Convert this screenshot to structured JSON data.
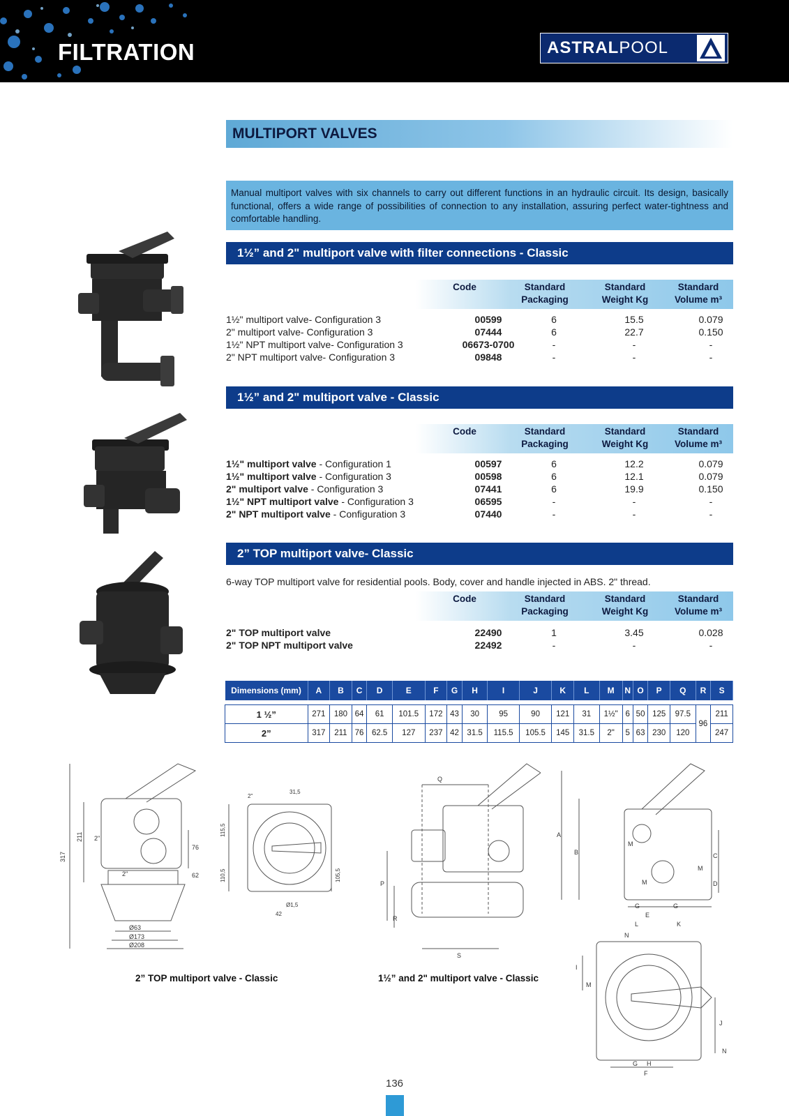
{
  "header": {
    "section_title": "FILTRATION",
    "logo_part1": "ASTRAL",
    "logo_part2": "POOL"
  },
  "page_heading": "MULTIPORT VALVES",
  "intro": "Manual multiport valves with six channels to carry out different functions in an hydraulic circuit. Its design, basically functional, offers a wide range of possibilities of connection to any installation, assuring perfect water-tightness and comfortable handling.",
  "columns": {
    "code": "Code",
    "packaging": "Standard Packaging",
    "weight": "Standard Weight Kg",
    "volume": "Standard Volume m³"
  },
  "section1": {
    "title": "1½” and 2\" multiport valve with filter connections - Classic",
    "rows": [
      {
        "name": "1½\" multiport valve- Configuration 3",
        "code": "00599",
        "pack": "6",
        "weight": "15.5",
        "volume": "0.079"
      },
      {
        "name": "2\" multiport valve- Configuration 3",
        "code": "07444",
        "pack": "6",
        "weight": "22.7",
        "volume": "0.150"
      },
      {
        "name": "1½\" NPT multiport valve- Configuration 3",
        "code": "06673-0700",
        "pack": "-",
        "weight": "-",
        "volume": "-"
      },
      {
        "name": "2\" NPT multiport valve- Configuration 3",
        "code": "09848",
        "pack": "-",
        "weight": "-",
        "volume": "-"
      }
    ]
  },
  "section2": {
    "title": "1½” and 2\" multiport valve - Classic",
    "rows": [
      {
        "bold": "1½\" multiport valve",
        "rest": " - Configuration 1",
        "code": "00597",
        "pack": "6",
        "weight": "12.2",
        "volume": "0.079"
      },
      {
        "bold": "1½\" multiport valve",
        "rest": " - Configuration 3",
        "code": "00598",
        "pack": "6",
        "weight": "12.1",
        "volume": "0.079"
      },
      {
        "bold": "2\" multiport valve",
        "rest": " - Configuration 3",
        "code": "07441",
        "pack": "6",
        "weight": "19.9",
        "volume": "0.150"
      },
      {
        "bold": "1½\" NPT multiport valve",
        "rest": " - Configuration 3",
        "code": "06595",
        "pack": "-",
        "weight": "-",
        "volume": "-"
      },
      {
        "bold": "2\" NPT multiport valve",
        "rest": " - Configuration 3",
        "code": "07440",
        "pack": "-",
        "weight": "-",
        "volume": "-"
      }
    ]
  },
  "section3": {
    "title": "2” TOP multiport valve- Classic",
    "description": "6-way TOP multiport valve for residential pools. Body, cover and handle injected in ABS. 2\" thread.",
    "rows": [
      {
        "name": "2\" TOP multiport valve",
        "code": "22490",
        "pack": "1",
        "weight": "3.45",
        "volume": "0.028"
      },
      {
        "name": "2\" TOP NPT multiport valve",
        "code": "22492",
        "pack": "-",
        "weight": "-",
        "volume": "-"
      }
    ]
  },
  "dimensions": {
    "header": "Dimensions (mm)",
    "letters": [
      "A",
      "B",
      "C",
      "D",
      "E",
      "F",
      "G",
      "H",
      "I",
      "J",
      "K",
      "L",
      "M",
      "N",
      "O",
      "P",
      "Q",
      "R",
      "S"
    ],
    "rows": [
      {
        "label": "1 ½”",
        "values": [
          "271",
          "180",
          "64",
          "61",
          "101.5",
          "172",
          "43",
          "30",
          "95",
          "90",
          "121",
          "31",
          "1½\"",
          "6",
          "50",
          "125",
          "97.5",
          "96",
          "211"
        ]
      },
      {
        "label": "2”",
        "values": [
          "317",
          "211",
          "76",
          "62.5",
          "127",
          "237",
          "42",
          "31.5",
          "115.5",
          "105.5",
          "145",
          "31.5",
          "2\"",
          "5",
          "63",
          "230",
          "120",
          "96",
          "247"
        ]
      }
    ]
  },
  "drawing_labels": {
    "d1": [
      "317",
      "211",
      "2\"",
      "2\"",
      "76",
      "62",
      "Ø63",
      "Ø173",
      "Ø208"
    ],
    "d2": [
      "2\"",
      "31,5",
      "115,5",
      "110,5",
      "105,5",
      "Ø1,5",
      "42"
    ],
    "d3": [
      "Q",
      "P",
      "R",
      "S"
    ],
    "d4": [
      "A",
      "B",
      "C",
      "D",
      "M",
      "M",
      "M",
      "G",
      "G",
      "E",
      "L",
      "K"
    ],
    "d5": [
      "N",
      "I",
      "M",
      "J",
      "G",
      "H",
      "F",
      "N"
    ]
  },
  "captions": {
    "left": "2” TOP  multiport valve - Classic",
    "right": "1½” and 2\" multiport valve - Classic"
  },
  "page_number": "136"
}
